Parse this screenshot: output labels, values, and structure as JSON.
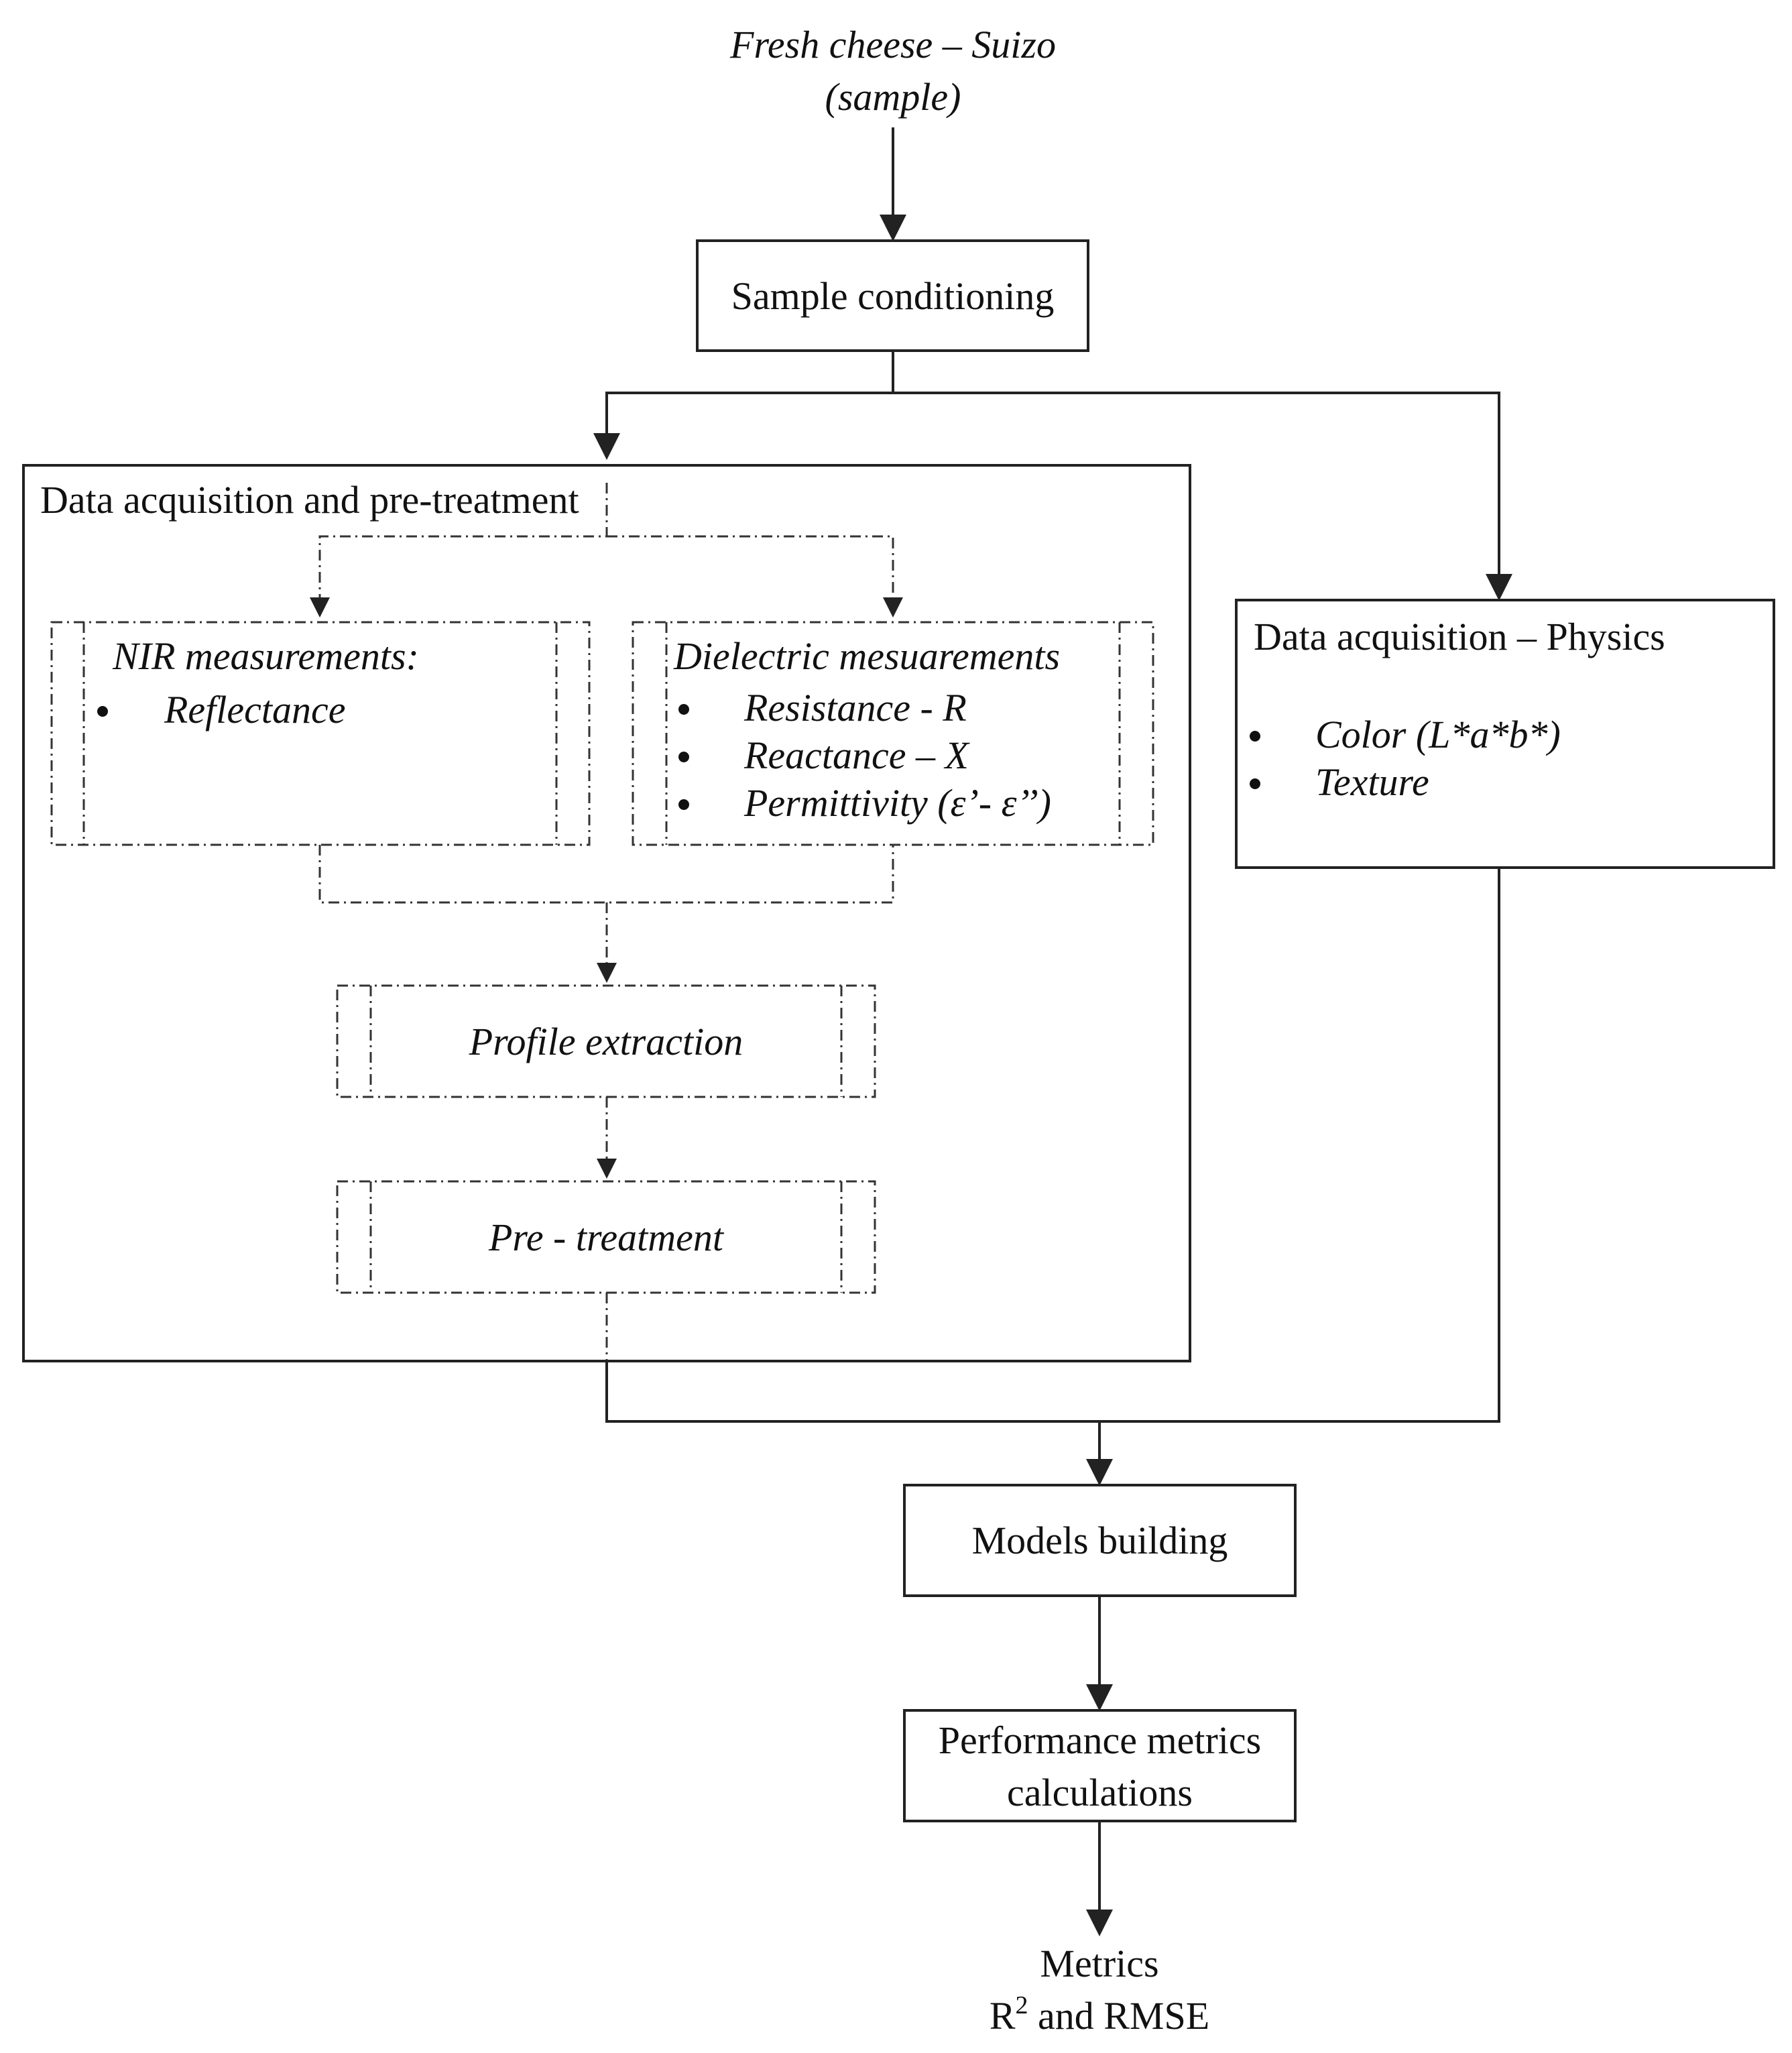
{
  "input": {
    "line1": "Fresh cheese – Suizo",
    "line2": "(sample)"
  },
  "sample_conditioning": "Sample conditioning",
  "acq_pretreatment": {
    "title": "Data acquisition and pre-treatment",
    "nir": {
      "title": "NIR measurements:",
      "items": [
        "Reflectance"
      ]
    },
    "dielectric": {
      "title": "Dielectric mesuarements",
      "items": [
        "Resistance - R",
        "Reactance – X",
        "Permittivity (ε’- ε’’)"
      ]
    },
    "profile_extraction": "Profile extraction",
    "pre_treatment": "Pre - treatment"
  },
  "physics": {
    "title": "Data acquisition – Physics",
    "items": [
      "Color (L*a*b*)",
      "Texture"
    ]
  },
  "models_building": "Models building",
  "performance": {
    "line1": "Performance metrics",
    "line2": "calculations"
  },
  "output": {
    "line1": "Metrics",
    "line2_prefix": "R",
    "line2_sup": "2",
    "line2_suffix": " and RMSE"
  }
}
